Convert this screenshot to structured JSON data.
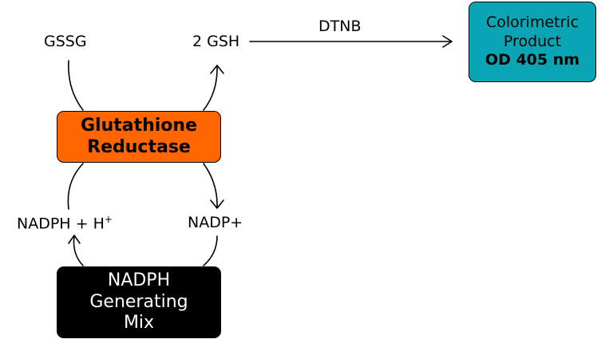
{
  "labels": {
    "gssg": "GSSG",
    "gsh": "2 GSH",
    "dtnb": "DTNB",
    "nadph": "NADPH + H",
    "nadph_sup": "+",
    "nadp": "NADP+"
  },
  "boxes": {
    "enzyme": {
      "line1": "Glutathione",
      "line2": "Reductase"
    },
    "mix": {
      "line1": "NADPH",
      "line2": "Generating",
      "line3": "Mix"
    },
    "product": {
      "line1": "Colorimetric",
      "line2": "Product",
      "line3": "OD 405 nm"
    }
  },
  "colors": {
    "enzyme_fill": "#ff6600",
    "mix_fill": "#000000",
    "mix_text": "#ffffff",
    "product_fill": "#0aa5b5",
    "stroke": "#000000"
  }
}
